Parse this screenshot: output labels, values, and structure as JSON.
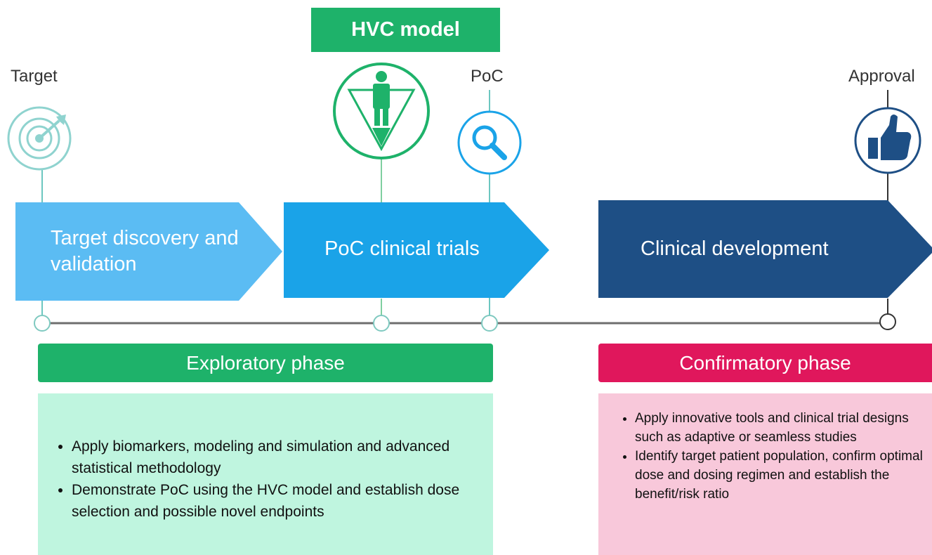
{
  "hvc_label": "HVC model",
  "milestones": {
    "target": "Target",
    "poc": "PoC",
    "approval": "Approval"
  },
  "stages": {
    "discovery": "Target discovery and validation",
    "poc_trials": "PoC clinical trials",
    "clinical_dev": "Clinical development"
  },
  "phases": {
    "exploratory": {
      "title": "Exploratory phase",
      "bullets": [
        "Apply biomarkers, modeling and simulation and advanced statistical methodology",
        "Demonstrate PoC using the HVC model and establish dose selection and possible novel endpoints"
      ]
    },
    "confirmatory": {
      "title": "Confirmatory phase",
      "bullets": [
        "Apply innovative  tools and clinical trial designs such as adaptive or seamless studies",
        "Identify target patient population, confirm optimal dose and dosing regimen and establish the benefit/risk ratio"
      ]
    }
  },
  "icons": [
    "target-icon",
    "person-funnel-icon",
    "magnifier-icon",
    "thumbs-up-icon"
  ],
  "colors": {
    "light_blue": "#5bbcf3",
    "mid_blue": "#1aa3e8",
    "dark_blue": "#1e4f85",
    "green": "#1eb26a",
    "pink": "#e0175c",
    "green_panel": "#bff5df",
    "pink_panel": "#f8c8da"
  }
}
